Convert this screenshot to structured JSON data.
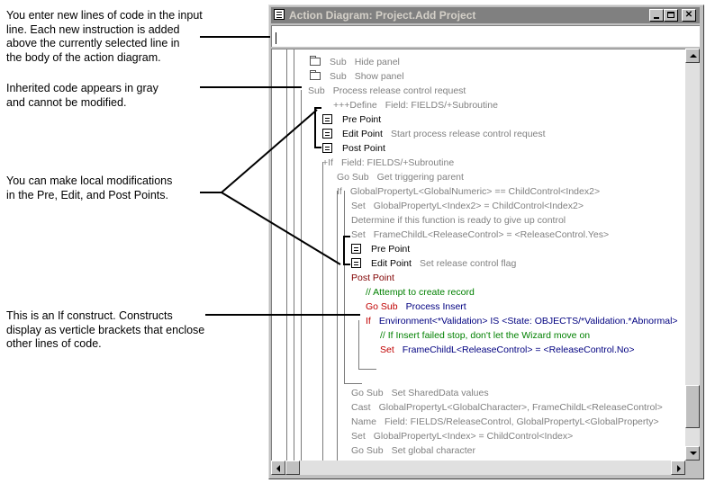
{
  "annotations": [
    {
      "lines": [
        "You enter new lines of code in the input",
        "line.  Each new instruction is added",
        "above the currently selected line in",
        "the body of the action diagram."
      ]
    },
    {
      "lines": [
        "Inherited code appears in gray",
        "and cannot be modified."
      ]
    },
    {
      "lines": [
        "You can make local modifications",
        "in the Pre, Edit, and Post Points."
      ]
    },
    {
      "lines": [
        "This is an If construct. Constructs",
        "display as verticle brackets that enclose",
        "other lines of code."
      ]
    }
  ],
  "window": {
    "title": "Action Diagram: Project.Add Project",
    "input_value": "",
    "controls": [
      "minimize",
      "maximize",
      "close"
    ]
  },
  "code_lines": [
    {
      "icon": "folder",
      "kw": "Sub",
      "text": "Hide panel",
      "style": "gray"
    },
    {
      "icon": "folder",
      "kw": "Sub",
      "text": "Show panel",
      "style": "gray"
    },
    {
      "icon": "",
      "kw": "Sub",
      "text": "Process release control request",
      "style": "gray"
    },
    {
      "icon": "",
      "kw": "+++Define",
      "text": "Field: FIELDS/+Subroutine",
      "style": "gray"
    },
    {
      "icon": "doc",
      "kw": "Pre Point",
      "text": "",
      "style": "black"
    },
    {
      "icon": "doc",
      "kw": "Edit Point",
      "text": "Start process release control request",
      "style": "black"
    },
    {
      "icon": "doc",
      "kw": "Post Point",
      "text": "",
      "style": "black"
    },
    {
      "icon": "",
      "kw": "+If",
      "text": "Field: FIELDS/+Subroutine",
      "style": "gray"
    },
    {
      "icon": "",
      "kw": "Go Sub",
      "text": "Get triggering parent",
      "style": "gray"
    },
    {
      "icon": "",
      "kw": "If",
      "text": "GlobalPropertyL<GlobalNumeric> == ChildControl<Index2>",
      "style": "gray"
    },
    {
      "icon": "",
      "kw": "Set",
      "text": "GlobalPropertyL<Index2> = ChildControl<Index2>",
      "style": "gray"
    },
    {
      "icon": "",
      "kw": "",
      "text": "Determine if this function is ready to give up control",
      "style": "gray"
    },
    {
      "icon": "",
      "kw": "Set",
      "text": "FrameChildL<ReleaseControl> = <ReleaseControl.Yes>",
      "style": "gray"
    },
    {
      "icon": "doc",
      "kw": "Pre Point",
      "text": "",
      "style": "black"
    },
    {
      "icon": "doc",
      "kw": "Edit Point",
      "text": "Set release control flag",
      "style": "black"
    },
    {
      "icon": "",
      "kw": "Post Point",
      "text": "",
      "style": "maroon"
    },
    {
      "icon": "",
      "kw": "",
      "text": "// Attempt to create record",
      "style": "green"
    },
    {
      "icon": "",
      "kw": "Go Sub",
      "text": "Process Insert",
      "style": "navy"
    },
    {
      "icon": "",
      "kw": "If",
      "text": "Environment<*Validation> IS <State: OBJECTS/*Validation.*Abnormal>",
      "style": "navy"
    },
    {
      "icon": "",
      "kw": "",
      "text": "// If Insert failed stop, don't let the Wizard move on",
      "style": "green"
    },
    {
      "icon": "",
      "kw": "Set",
      "text": "FrameChildL<ReleaseControl> = <ReleaseControl.No>",
      "style": "navy"
    },
    {
      "icon": "",
      "kw": "",
      "text": "",
      "style": "gray"
    },
    {
      "icon": "",
      "kw": "",
      "text": "",
      "style": "gray"
    },
    {
      "icon": "",
      "kw": "Go Sub",
      "text": "Set SharedData values",
      "style": "gray"
    },
    {
      "icon": "",
      "kw": "Cast",
      "text": "GlobalPropertyL<GlobalCharacter>, FrameChildL<ReleaseControl>",
      "style": "gray"
    },
    {
      "icon": "",
      "kw": "Name",
      "text": "Field: FIELDS/ReleaseControl, GlobalPropertyL<GlobalProperty>",
      "style": "gray"
    },
    {
      "icon": "",
      "kw": "Set",
      "text": "GlobalPropertyL<Index> = ChildControl<Index>",
      "style": "gray"
    },
    {
      "icon": "",
      "kw": "Go Sub",
      "text": "Set global character",
      "style": "gray"
    }
  ],
  "colors": {
    "inherited": "#808080",
    "local": "#000000",
    "comment": "#008000",
    "construct": "#000080",
    "keyword_red": "#c00000",
    "post_point": "#800000"
  },
  "scroll": {
    "vertical_position": 0.9,
    "horizontal_position": 0.0
  }
}
